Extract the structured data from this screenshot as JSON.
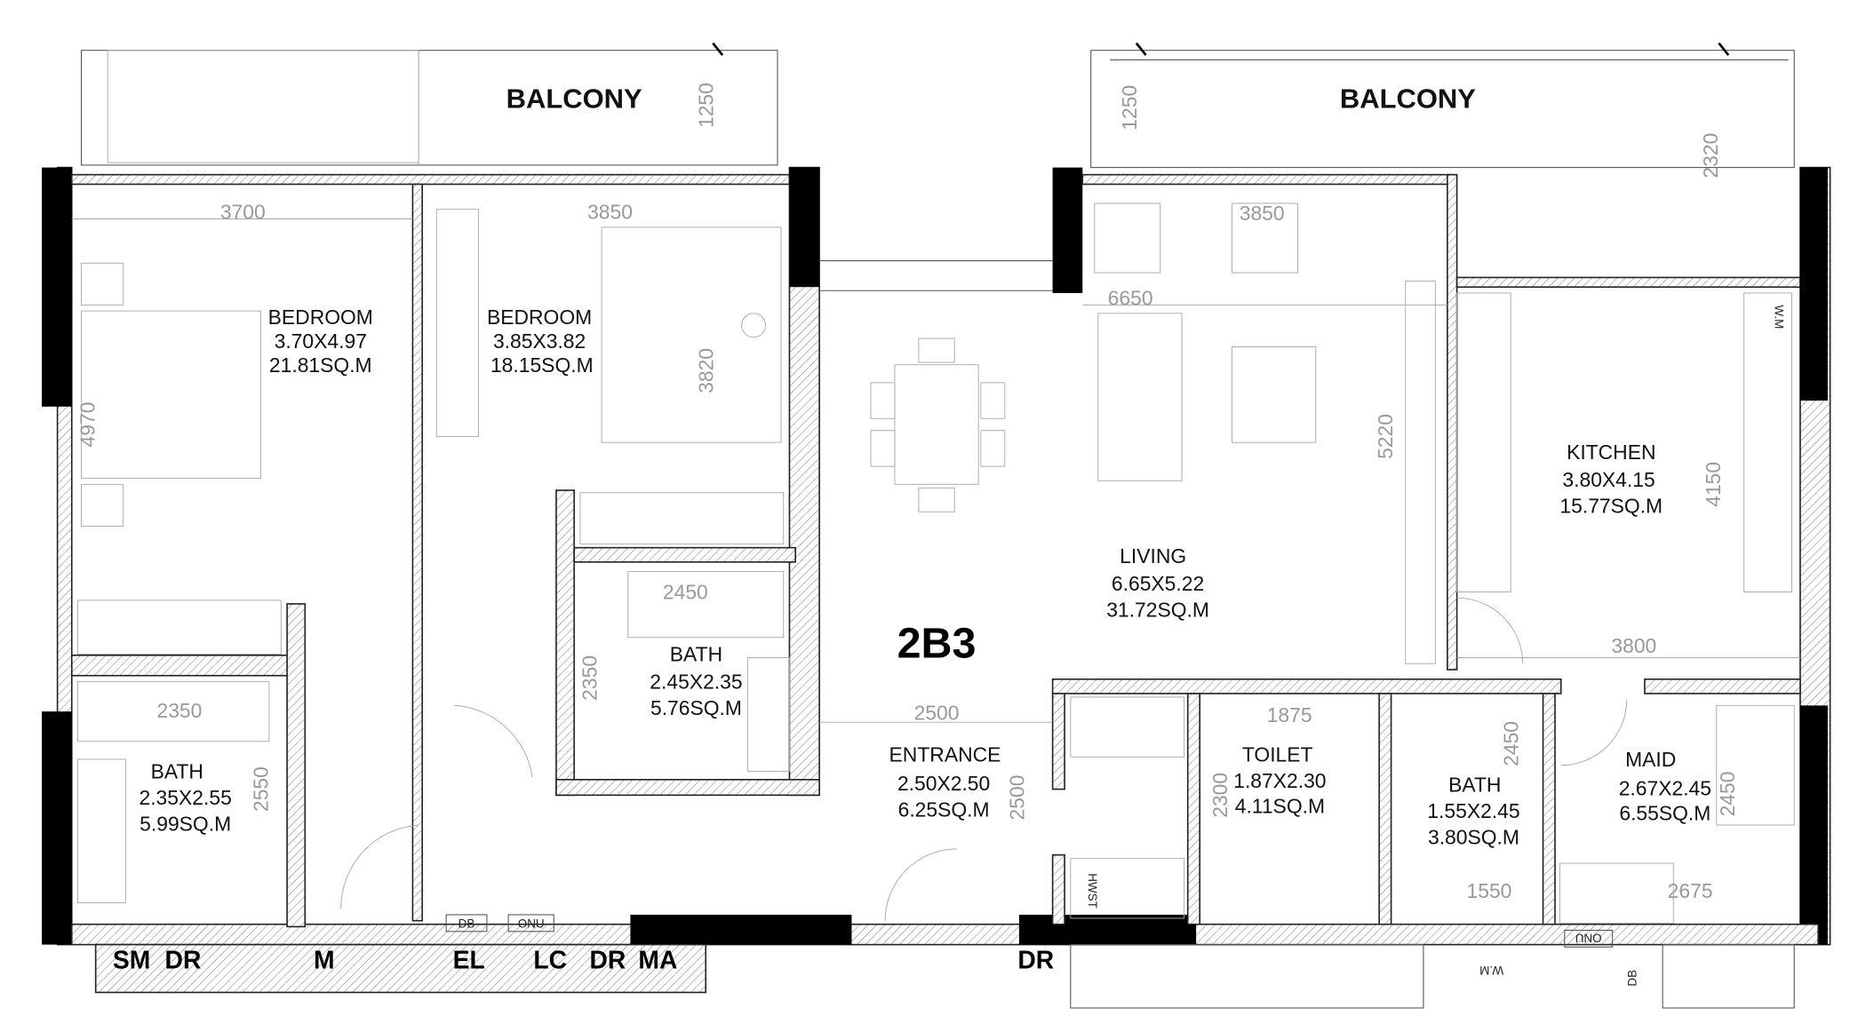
{
  "plan": {
    "unit_name": "2B3",
    "balconies": [
      {
        "label": "BALCONY"
      },
      {
        "label": "BALCONY"
      }
    ],
    "rooms": {
      "bedroom1": {
        "name": "BEDROOM",
        "size": "3.70X4.97",
        "area": "21.81SQ.M"
      },
      "bedroom2": {
        "name": "BEDROOM",
        "size": "3.85X3.82",
        "area": "18.15SQ.M"
      },
      "bath1": {
        "name": "BATH",
        "size": "2.35X2.55",
        "area": "5.99SQ.M"
      },
      "bath2": {
        "name": "BATH",
        "size": "2.45X2.35",
        "area": "5.76SQ.M"
      },
      "living": {
        "name": "LIVING",
        "size": "6.65X5.22",
        "area": "31.72SQ.M"
      },
      "kitchen": {
        "name": "KITCHEN",
        "size": "3.80X4.15",
        "area": "15.77SQ.M"
      },
      "entrance": {
        "name": "ENTRANCE",
        "size": "2.50X2.50",
        "area": "6.25SQ.M"
      },
      "toilet": {
        "name": "TOILET",
        "size": "1.87X2.30",
        "area": "4.11SQ.M"
      },
      "bath3": {
        "name": "BATH",
        "size": "1.55X2.45",
        "area": "3.80SQ.M"
      },
      "maid": {
        "name": "MAID",
        "size": "2.67X2.45",
        "area": "6.55SQ.M"
      }
    },
    "dimensions": {
      "d3700": "3700",
      "d3850a": "3850",
      "d3850b": "3850",
      "d6650": "6650",
      "d4970": "4970",
      "d3820": "3820",
      "d5220": "5220",
      "d4150": "4150",
      "d2320": "2320",
      "d1250a": "1250",
      "d1250b": "1250",
      "d2450a": "2450",
      "d2350a": "2350",
      "d2350b": "2350",
      "d2550": "2550",
      "d2500a": "2500",
      "d2500b": "2500",
      "d1875": "1875",
      "d2300": "2300",
      "d2450b": "2450",
      "d1550": "1550",
      "d2675": "2675",
      "d2450c": "2450",
      "d3800": "3800"
    },
    "service_labels": [
      "SM",
      "DR",
      "M",
      "EL",
      "LC",
      "DR",
      "MA",
      "DR"
    ],
    "fixtures": {
      "db1": "DB",
      "onu1": "ONU",
      "onu2": "ONU",
      "db2": "DB",
      "wm1": "W.M",
      "wm2": "W.M",
      "hwst": "HWST"
    }
  }
}
